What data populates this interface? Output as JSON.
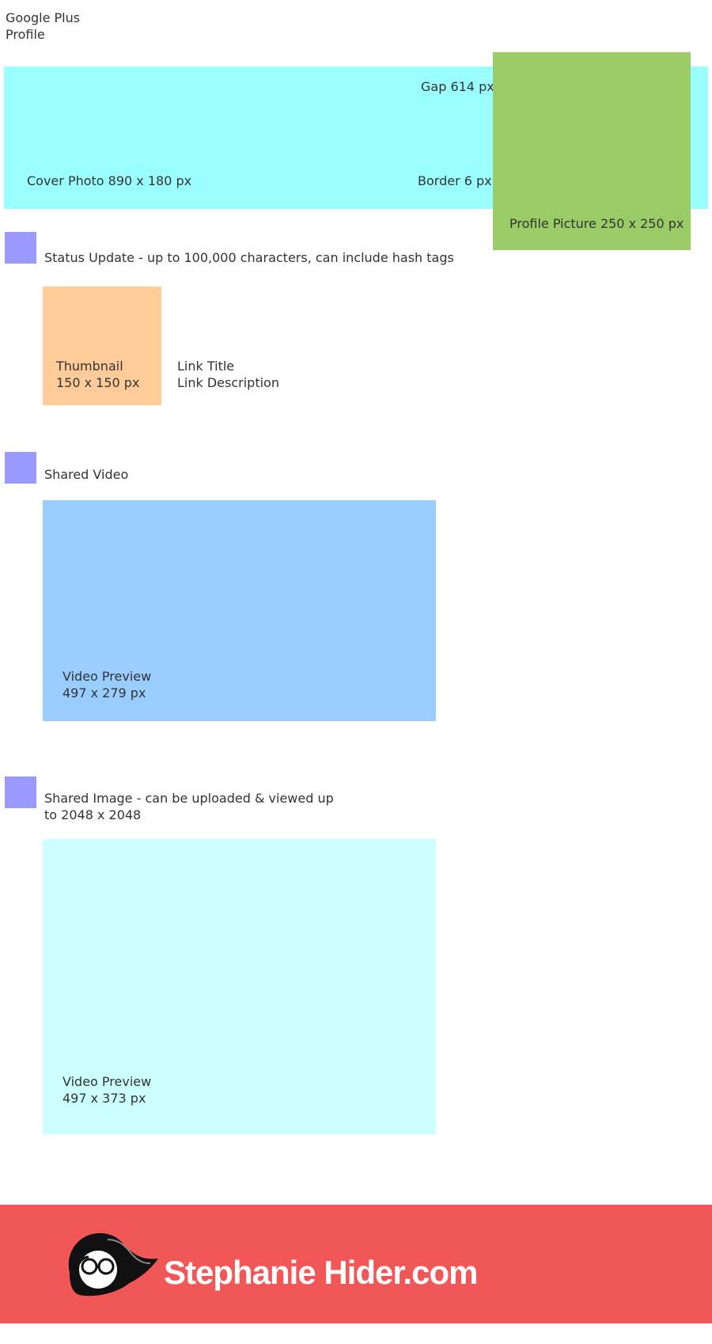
{
  "title": {
    "line1": "Google Plus",
    "line2": "Profile"
  },
  "colors": {
    "cover": "#99ffff",
    "profile": "#99cc66",
    "avatar": "#9999ff",
    "thumbnail": "#ffcc99",
    "video": "#99ccff",
    "image": "#ccffff",
    "footer": "#f25757",
    "footer_text": "#ffffff"
  },
  "cover": {
    "label": "Cover Photo 890 x 180 px",
    "gap_label": "Gap 614 px",
    "border_label": "Border 6 px"
  },
  "profile": {
    "label": "Profile Picture 250 x 250 px"
  },
  "status": {
    "label": "Status Update - up to 100,000 characters, can include hash tags"
  },
  "thumbnail": {
    "line1": "Thumbnail",
    "line2": "150 x 150 px"
  },
  "link": {
    "title": "Link Title",
    "description": "Link Description"
  },
  "shared_video": {
    "label": "Shared Video",
    "preview_line1": "Video Preview",
    "preview_line2": "497 x 279 px"
  },
  "shared_image": {
    "label_line1": "Shared Image - can be uploaded & viewed up",
    "label_line2": "to 2048 x 2048",
    "preview_line1": "Video Preview",
    "preview_line2": "497 x 373 px"
  },
  "footer": {
    "brand": "Stephanie Hider.com",
    "logo_icon": "face-with-glasses-icon"
  }
}
